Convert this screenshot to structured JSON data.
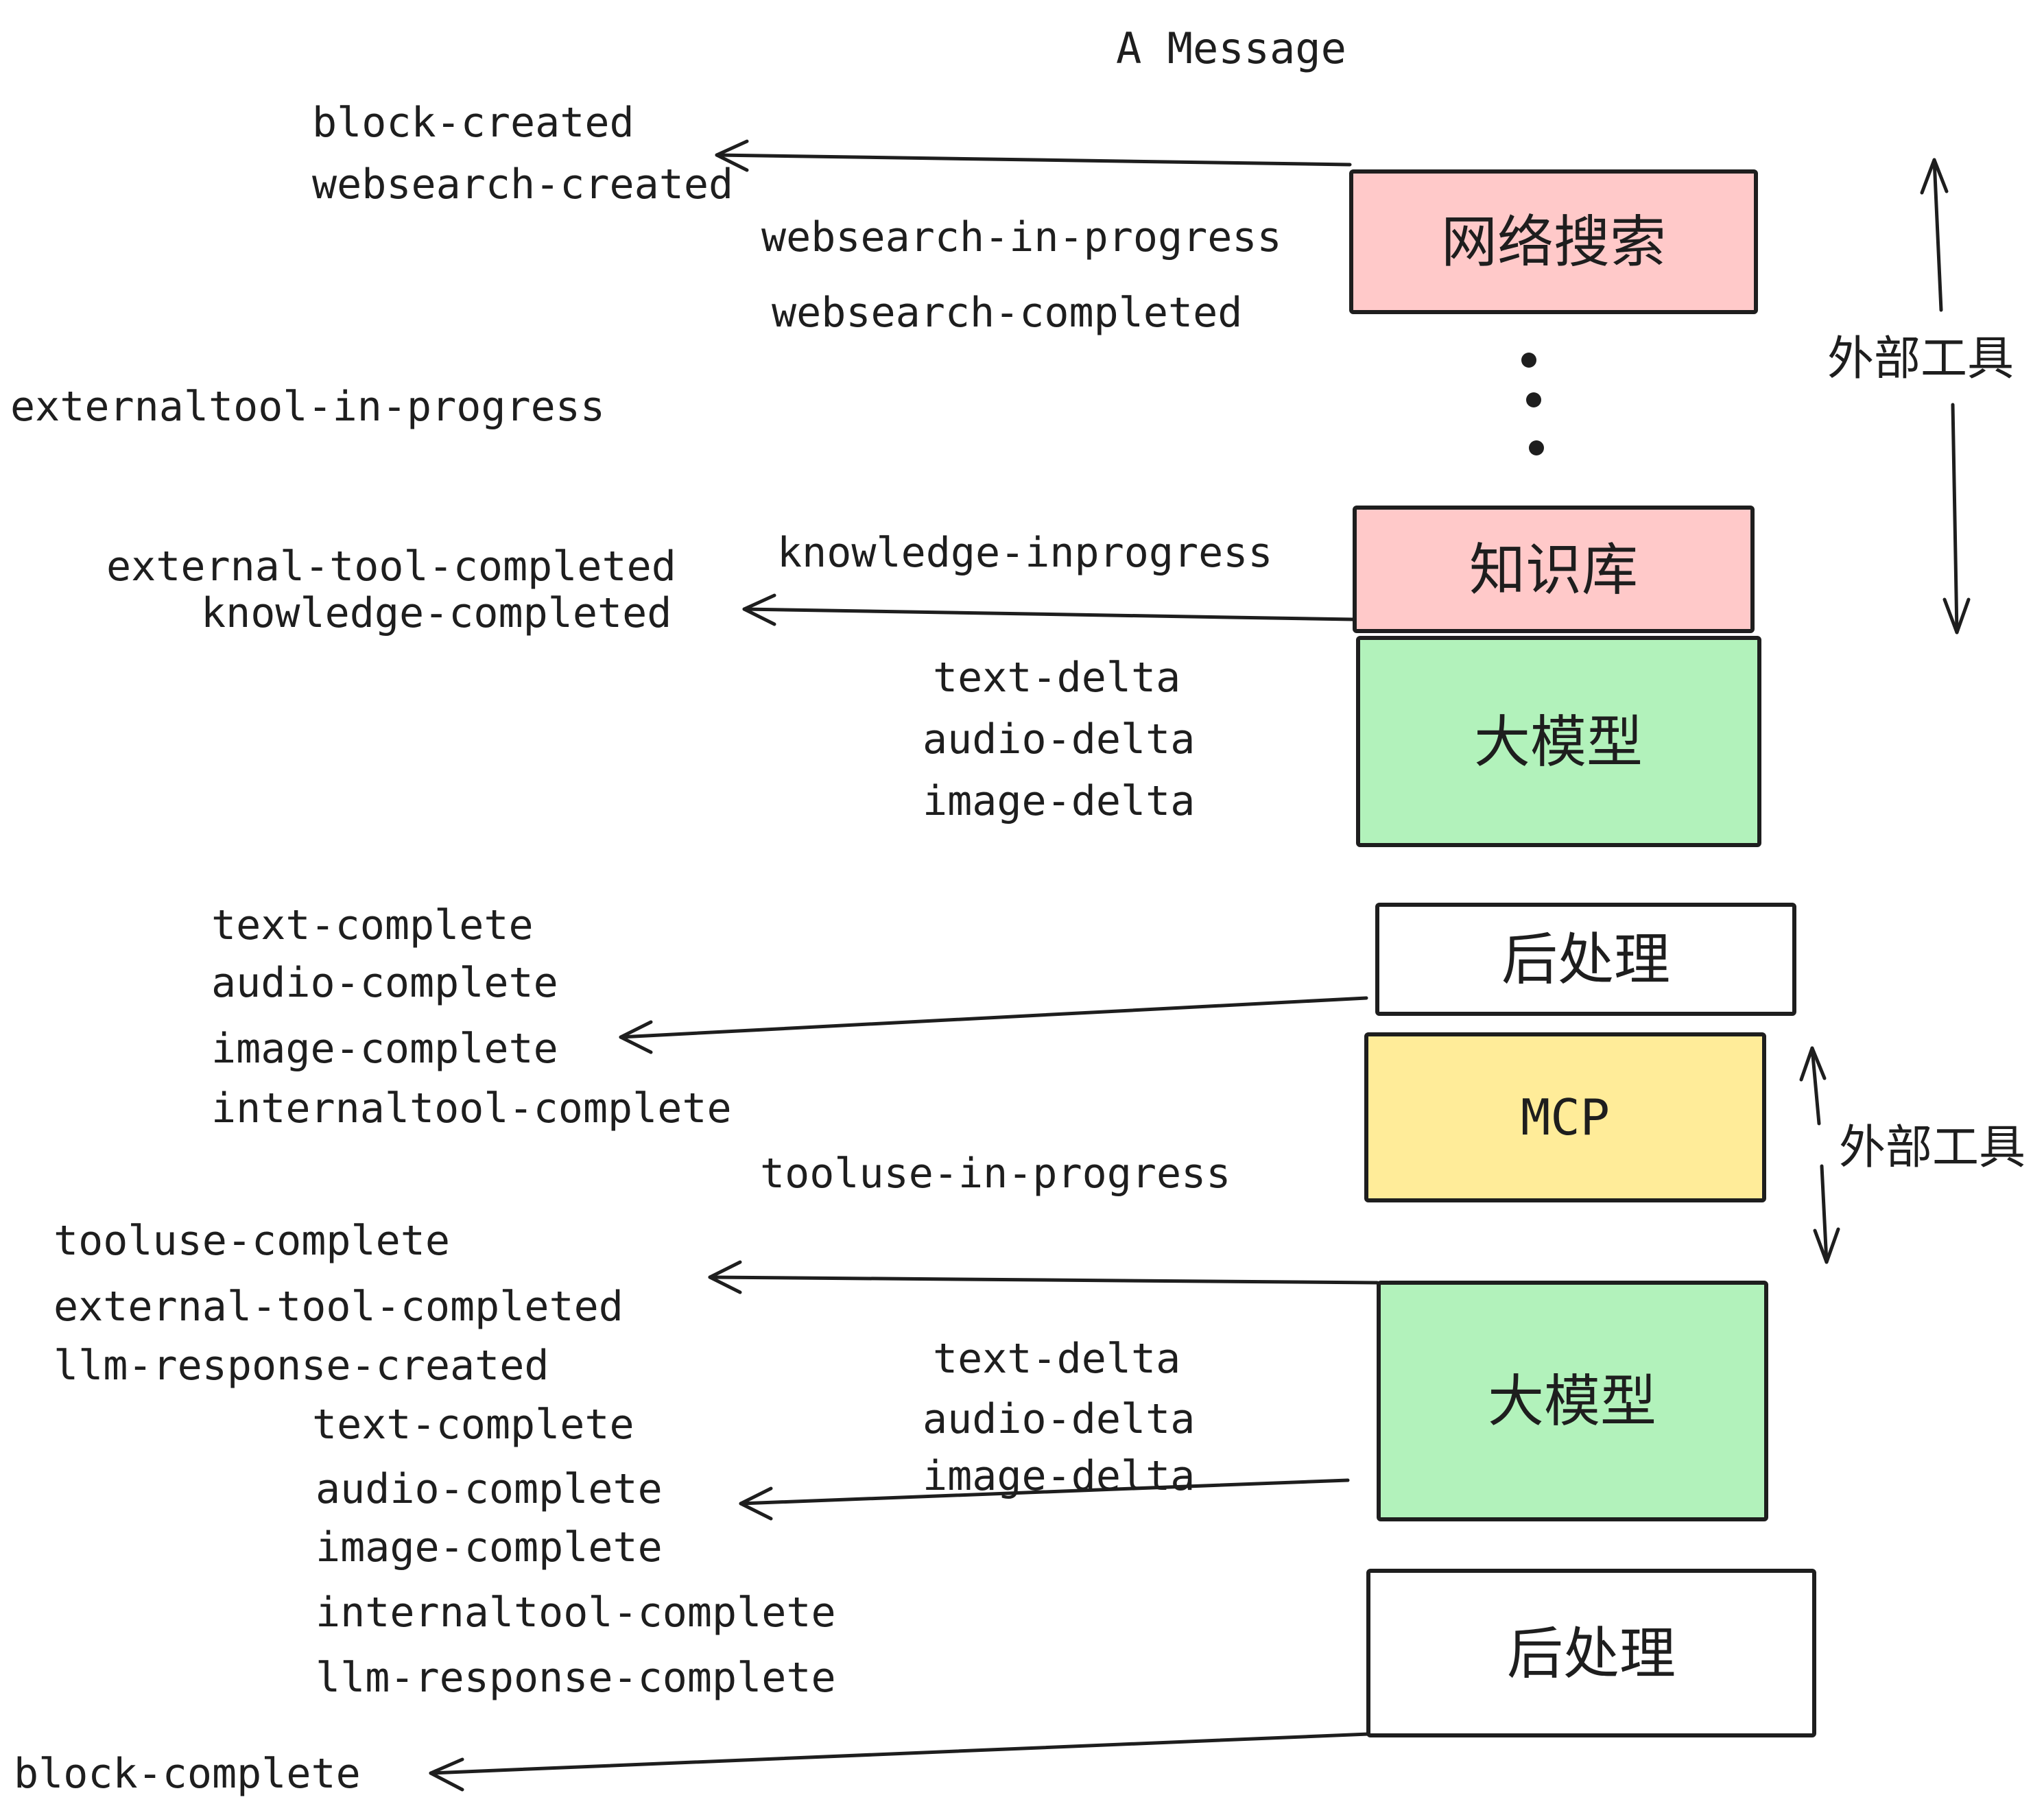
{
  "title": "A Message",
  "colors": {
    "stroke": "#1e1e1e",
    "pink": "#ffc9c9",
    "green": "#b2f2bb",
    "yellow": "#ffec99",
    "white": "#ffffff",
    "background": "#ffffff"
  },
  "boxes": {
    "websearch": {
      "label": "网络搜索",
      "fill": "#ffc9c9"
    },
    "knowledge": {
      "label": "知识库",
      "fill": "#ffc9c9"
    },
    "llm1": {
      "label": "大模型",
      "fill": "#b2f2bb"
    },
    "post1": {
      "label": "后处理",
      "fill": "#ffffff"
    },
    "mcp": {
      "label": "MCP",
      "fill": "#ffec99"
    },
    "llm2": {
      "label": "大模型",
      "fill": "#b2f2bb"
    },
    "post2": {
      "label": "后处理",
      "fill": "#ffffff"
    }
  },
  "side_labels": {
    "external_tool_top": "外部工具",
    "external_tool_mid": "外部工具"
  },
  "events": {
    "stage1": [
      "block-created",
      "websearch-created",
      "websearch-in-progress",
      "websearch-completed",
      "externaltool-in-progress",
      "external-tool-completed",
      "knowledge-completed",
      "knowledge-inprogress",
      "text-delta",
      "audio-delta",
      "image-delta"
    ],
    "stage2": [
      "text-complete",
      "audio-complete",
      "image-complete",
      "internaltool-complete",
      "tooluse-in-progress"
    ],
    "stage3": [
      "tooluse-complete",
      "external-tool-completed",
      "llm-response-created",
      "text-delta",
      "audio-delta",
      "image-delta",
      "text-complete",
      "audio-complete",
      "image-complete",
      "internaltool-complete",
      "llm-response-complete",
      "block-complete"
    ]
  }
}
